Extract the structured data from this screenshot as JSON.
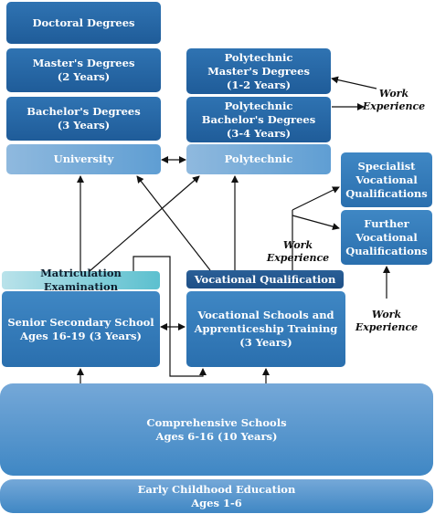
{
  "boxes": {
    "doctoral": "Doctoral Degrees",
    "masters": "Master's Degrees\n(2 Years)",
    "bachelors": "Bachelor's Degrees\n(3 Years)",
    "university": "University",
    "poly_masters": "Polytechnic\nMaster's Degrees\n(1-2 Years)",
    "poly_bachelors": "Polytechnic\nBachelor's Degrees\n(3-4 Years)",
    "polytechnic": "Polytechnic",
    "specialist": "Specialist\nVocational\nQualifications",
    "further": "Further\nVocational\nQualifications",
    "matriculation": "Matriculation Examination",
    "vocational_qual": "Vocational Qualification",
    "senior_secondary": "Senior Secondary School\nAges 16-19 (3 Years)",
    "vocational_schools": "Vocational Schools and\nApprenticeship Training\n(3 Years)",
    "comprehensive": "Comprehensive Schools\nAges 6-16 (10 Years)",
    "early_childhood": "Early Childhood Education\nAges 1-6"
  },
  "labels": {
    "work_exp_1": "Work\nExperience",
    "work_exp_2": "Work Experience",
    "work_exp_3": "Work\nExperience"
  }
}
